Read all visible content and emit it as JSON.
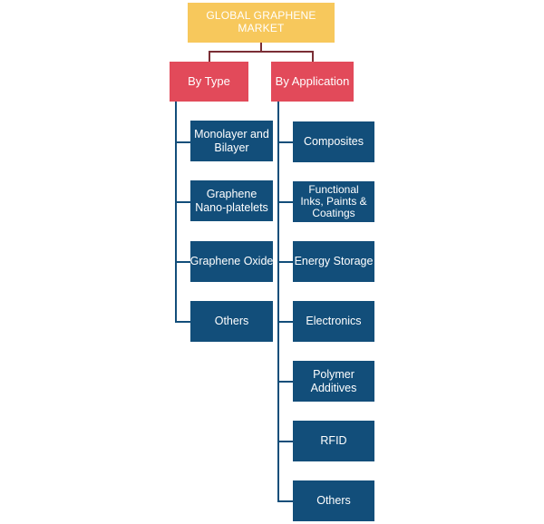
{
  "root": {
    "label": "GLOBAL GRAPHENE\nMARKET"
  },
  "categories": [
    {
      "label": "By Type",
      "items": [
        "Monolayer and Bilayer",
        "Graphene Nano-platelets",
        "Graphene Oxide",
        "Others"
      ]
    },
    {
      "label": "By Application",
      "items": [
        "Composites",
        "Functional Inks, Paints & Coatings",
        "Energy Storage",
        "Electronics",
        "Polymer Additives",
        "RFID",
        "Others"
      ]
    }
  ],
  "colors": {
    "root": "#f7c85c",
    "category": "#e24a5a",
    "leaf": "#124e7a",
    "connector": "#7a2e35"
  }
}
